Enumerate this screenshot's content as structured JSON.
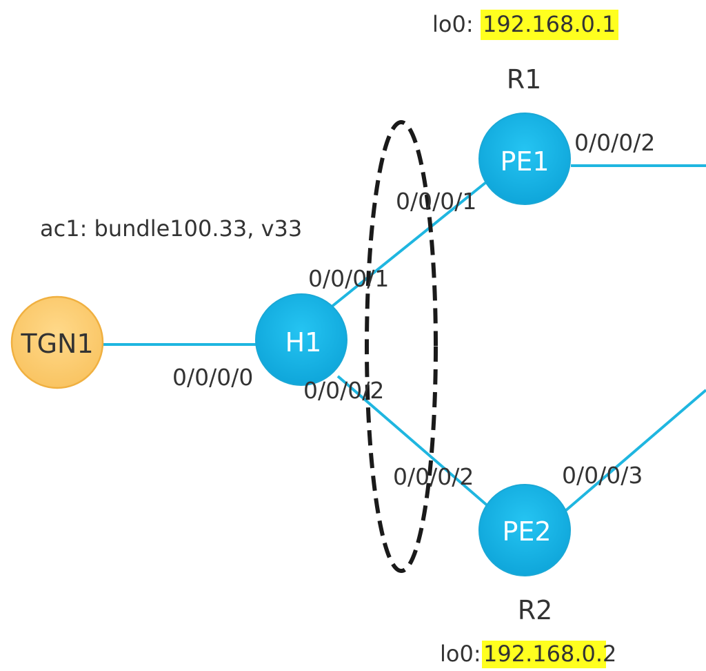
{
  "nodes": {
    "tgn1": "TGN1",
    "h1": "H1",
    "pe1": "PE1",
    "pe2": "PE2"
  },
  "routers": {
    "r1": "R1",
    "r2": "R2"
  },
  "loopbacks": {
    "r1_prefix": "lo0:",
    "r1_ip": "192.168.0.1",
    "r2_prefix": "lo0:",
    "r2_ip": "192.168.0.2"
  },
  "attachment_circuit": "ac1: bundle100.33, v33",
  "ports": {
    "h1_tgn": "0/0/0/0",
    "h1_pe1": "0/0/0/1",
    "h1_pe2": "0/0/0/2",
    "pe1_h1": "0/0/0/1",
    "pe1_out": "0/0/0/2",
    "pe2_h1": "0/0/0/2",
    "pe2_out": "0/0/0/3"
  },
  "colors": {
    "link": "#1fb6e0",
    "router_node": "#12aee0",
    "tgn_node": "#fcc969",
    "highlight": "#ffff1f"
  }
}
